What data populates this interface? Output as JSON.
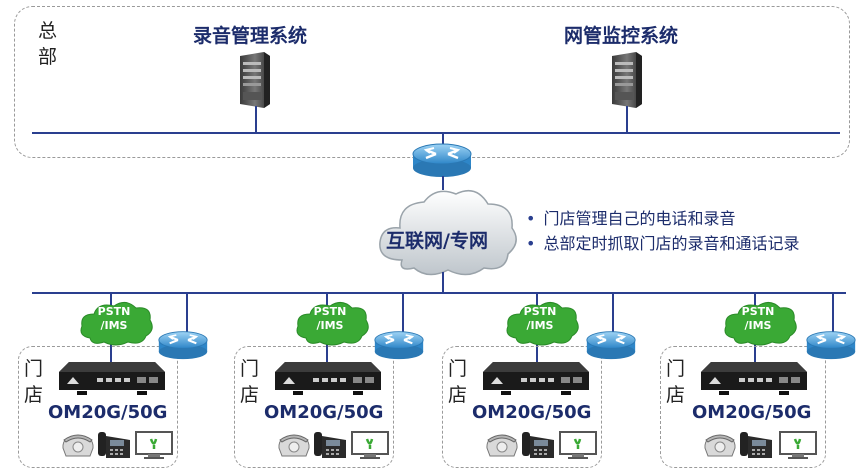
{
  "hq": {
    "label": "总部",
    "systems": [
      {
        "name": "录音管理系统",
        "icon": "server-icon"
      },
      {
        "name": "网管监控系统",
        "icon": "server-icon"
      }
    ]
  },
  "network": {
    "label": "互联网/专网",
    "icon": "cloud-icon"
  },
  "bullets": [
    "门店管理自己的电话和录音",
    "总部定时抓取门店的录音和通话记录"
  ],
  "stores": [
    {
      "label": "门店",
      "model": "OM20G/50G",
      "pstn": [
        "PSTN",
        "/IMS"
      ]
    },
    {
      "label": "门店",
      "model": "OM20G/50G",
      "pstn": [
        "PSTN",
        "/IMS"
      ]
    },
    {
      "label": "门店",
      "model": "OM20G/50G",
      "pstn": [
        "PSTN",
        "/IMS"
      ]
    },
    {
      "label": "门店",
      "model": "OM20G/50G",
      "pstn": [
        "PSTN",
        "/IMS"
      ]
    }
  ],
  "icons": [
    "router-icon",
    "gateway-device-icon",
    "analog-phone-icon",
    "ip-phone-icon",
    "monitor-icon",
    "pstn-cloud-icon"
  ],
  "colors": {
    "bus": "#2a3f8f",
    "text": "#1c2c6b",
    "pstn_cloud": "#3aa935",
    "router": "#4aa3df"
  }
}
